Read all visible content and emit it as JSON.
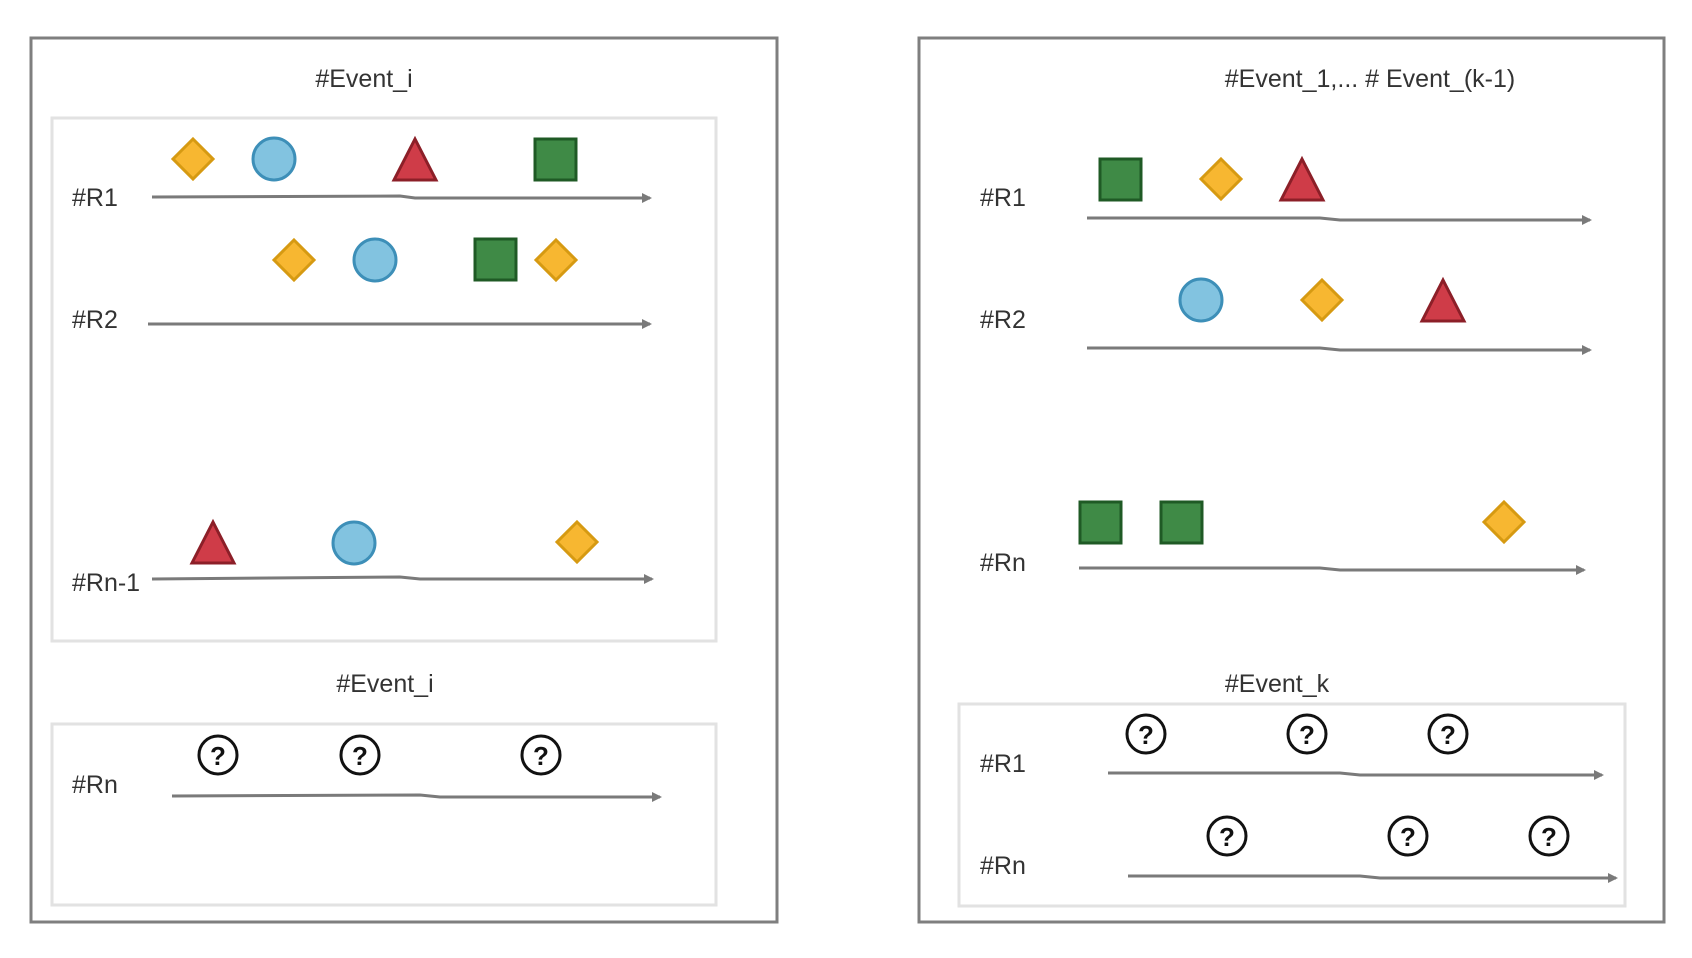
{
  "colors": {
    "frame": "#7f7f7f",
    "inner_box": "#e2e2e2",
    "arrow": "#7a7a7a",
    "label_text": "#333333",
    "diamond_fill": "#f7b731",
    "diamond_stroke": "#d69a12",
    "circle_fill": "#82c3e0",
    "circle_stroke": "#3d8fb8",
    "triangle_fill": "#cf3c48",
    "triangle_stroke": "#8c1f28",
    "square_fill": "#3f8a46",
    "square_stroke": "#1f5a25",
    "unknown_stroke": "#111111"
  },
  "shape_legend": {
    "diamond": "diamond-marker",
    "circle": "circle-marker",
    "triangle": "triangle-marker",
    "square": "square-marker",
    "unknown": "question-mark-icon"
  },
  "left_panel": {
    "history_title": "#Event_i",
    "history_rows": [
      {
        "label": "#R1",
        "events": [
          "diamond",
          "circle",
          "triangle",
          "square"
        ]
      },
      {
        "label": "#R2",
        "events": [
          "diamond",
          "circle",
          "square",
          "diamond"
        ]
      },
      {
        "label": "#Rn-1",
        "events": [
          "triangle",
          "circle",
          "diamond"
        ]
      }
    ],
    "query_title": "#Event_i",
    "query_rows": [
      {
        "label": "#Rn",
        "events": [
          "unknown",
          "unknown",
          "unknown"
        ]
      }
    ]
  },
  "right_panel": {
    "history_title": "#Event_1,... # Event_(k-1)",
    "history_rows": [
      {
        "label": "#R1",
        "events": [
          "square",
          "diamond",
          "triangle"
        ]
      },
      {
        "label": "#R2",
        "events": [
          "circle",
          "diamond",
          "triangle"
        ]
      },
      {
        "label": "#Rn",
        "events": [
          "square",
          "square",
          "diamond"
        ]
      }
    ],
    "query_title": "#Event_k",
    "query_rows": [
      {
        "label": "#R1",
        "events": [
          "unknown",
          "unknown",
          "unknown"
        ]
      },
      {
        "label": "#Rn",
        "events": [
          "unknown",
          "unknown",
          "unknown"
        ]
      }
    ]
  }
}
